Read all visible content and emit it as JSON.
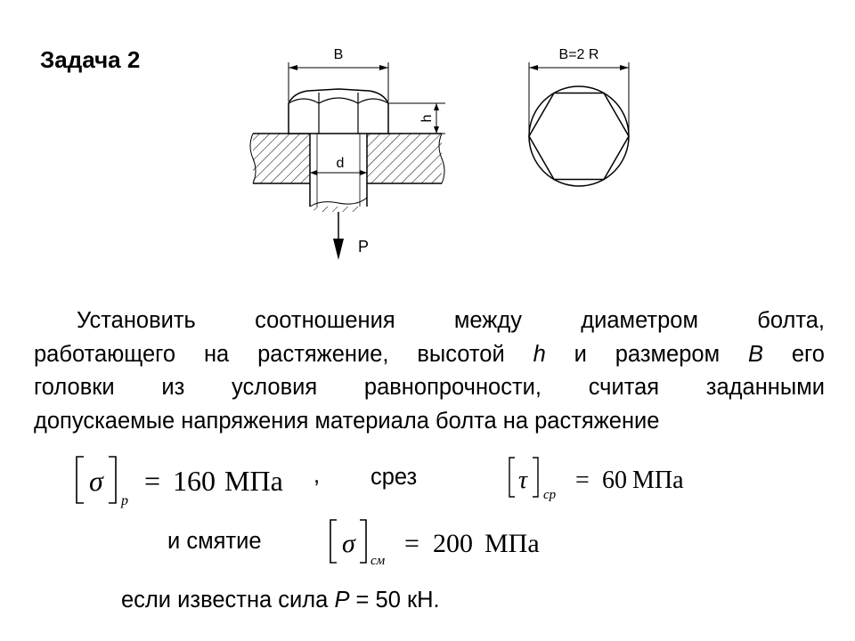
{
  "title": "Задача 2",
  "drawing": {
    "label_B": "B",
    "label_h": "h",
    "label_d": "d",
    "label_P": "P",
    "label_B2R": "B=2 R"
  },
  "text": {
    "line1": "Установить соотношения между диаметром болта,",
    "line2a": "работающего на растяжение, высотой ",
    "line2_h": "h",
    "line2b": " и размером ",
    "line2_B": "B",
    "line2c": " его",
    "line3": "головки из условия равнопрочности, считая заданными",
    "line4": "допускаемые напряжения материала болта на растяжение"
  },
  "formulas": {
    "tension": {
      "symbol": "σ",
      "sub": "p",
      "eq": "=",
      "value": "160",
      "unit": "МПа"
    },
    "comma": ",",
    "shear_label": "срез",
    "shear": {
      "symbol": "τ",
      "sub": "ср",
      "eq": "=",
      "value": "60",
      "unit": "МПа"
    },
    "bearing_label": "и смятие",
    "bearing": {
      "symbol": "σ",
      "sub": "см",
      "eq": "=",
      "value": "200",
      "unit": "МПа"
    }
  },
  "final": {
    "a": "если известна сила  ",
    "P": "P",
    "b": " = 50 кН."
  }
}
